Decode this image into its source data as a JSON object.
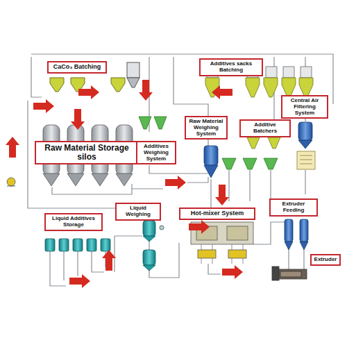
{
  "diagram": {
    "nodes": [
      {
        "text": [
          "CaCo₃ Batching"
        ]
      },
      {
        "text": [
          "Additives sacks Batching"
        ]
      },
      {
        "text": [
          "Central Air Filtering System"
        ]
      },
      {
        "text": [
          "Raw Material Weighing System"
        ]
      },
      {
        "text": [
          "Additive Batchers"
        ]
      },
      {
        "text": [
          "Raw Material Storage silos"
        ]
      },
      {
        "text": [
          "Additives Weighing System"
        ]
      },
      {
        "text": [
          "Liquid Weighing"
        ]
      },
      {
        "text": [
          "Liquid Additives Storage"
        ]
      },
      {
        "text": [
          "Hot-mixer System"
        ]
      },
      {
        "text": [
          "Extruder Feeding"
        ]
      },
      {
        "text": [
          "Extruder"
        ]
      }
    ]
  }
}
